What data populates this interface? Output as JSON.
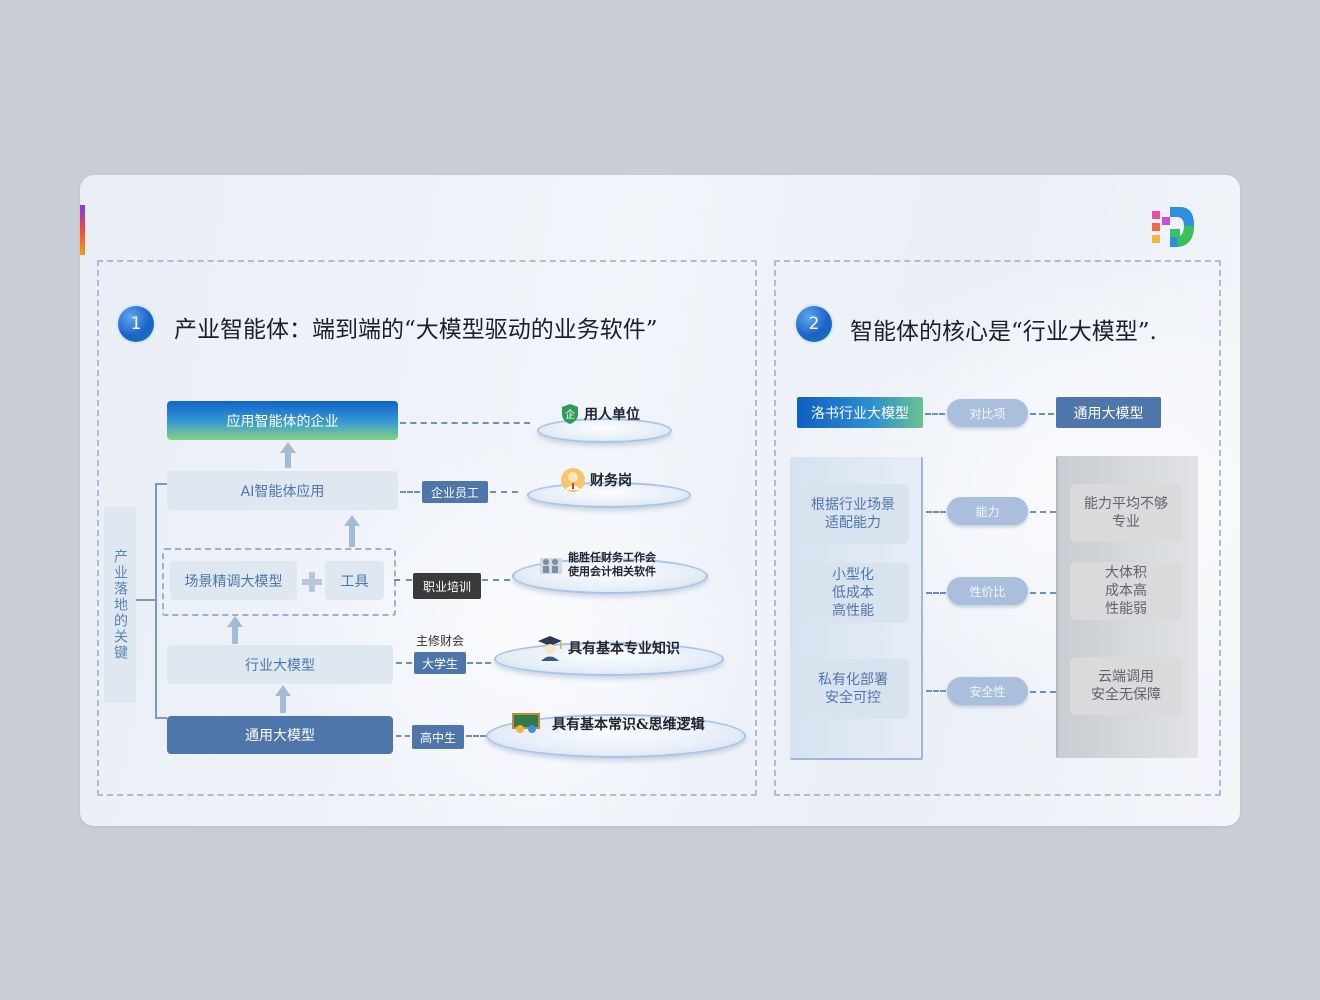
{
  "panel1": {
    "number": "1",
    "title": "产业智能体：端到端的“大模型驱动的业务软件”",
    "side_label": "产业落地的关键",
    "boxes": {
      "enterprise": "应用智能体的企业",
      "ai_app": "AI智能体应用",
      "scenario_tuning": "场景精调大模型",
      "tools": "工具",
      "industry_model": "行业大模型",
      "general_model": "通用大模型"
    },
    "tags": {
      "employee": "企业员工",
      "training": "职业培训",
      "major": "主修财会",
      "undergrad": "大学生",
      "highschool": "高中生"
    },
    "discs": {
      "employer": "用人单位",
      "employer_icon_text": "企",
      "finance": "财务岗",
      "competent_line1": "能胜任财务工作会",
      "competent_line2": "使用会计相关软件",
      "expertise": "具有基本专业知识",
      "common": "具有基本常识&思维逻辑"
    }
  },
  "panel2": {
    "number": "2",
    "title": "智能体的核心是“行业大模型”.",
    "left_header": "洛书行业大模型",
    "compare": "对比项",
    "right_header": "通用大模型",
    "rows": [
      {
        "left": "根据行业场景\n适配能力",
        "label": "能力",
        "right": "能力平均不够\n专业"
      },
      {
        "left": "小型化\n低成本\n高性能",
        "label": "性价比",
        "right": "大体积\n成本高\n性能弱"
      },
      {
        "left": "私有化部署\n安全可控",
        "label": "安全性",
        "right": "云端调用\n安全无保障"
      }
    ]
  },
  "colors": {
    "accent_blue": "#4f76aa",
    "light_blue": "#dfe7f1",
    "dashed_border": "#a9bdd6"
  }
}
